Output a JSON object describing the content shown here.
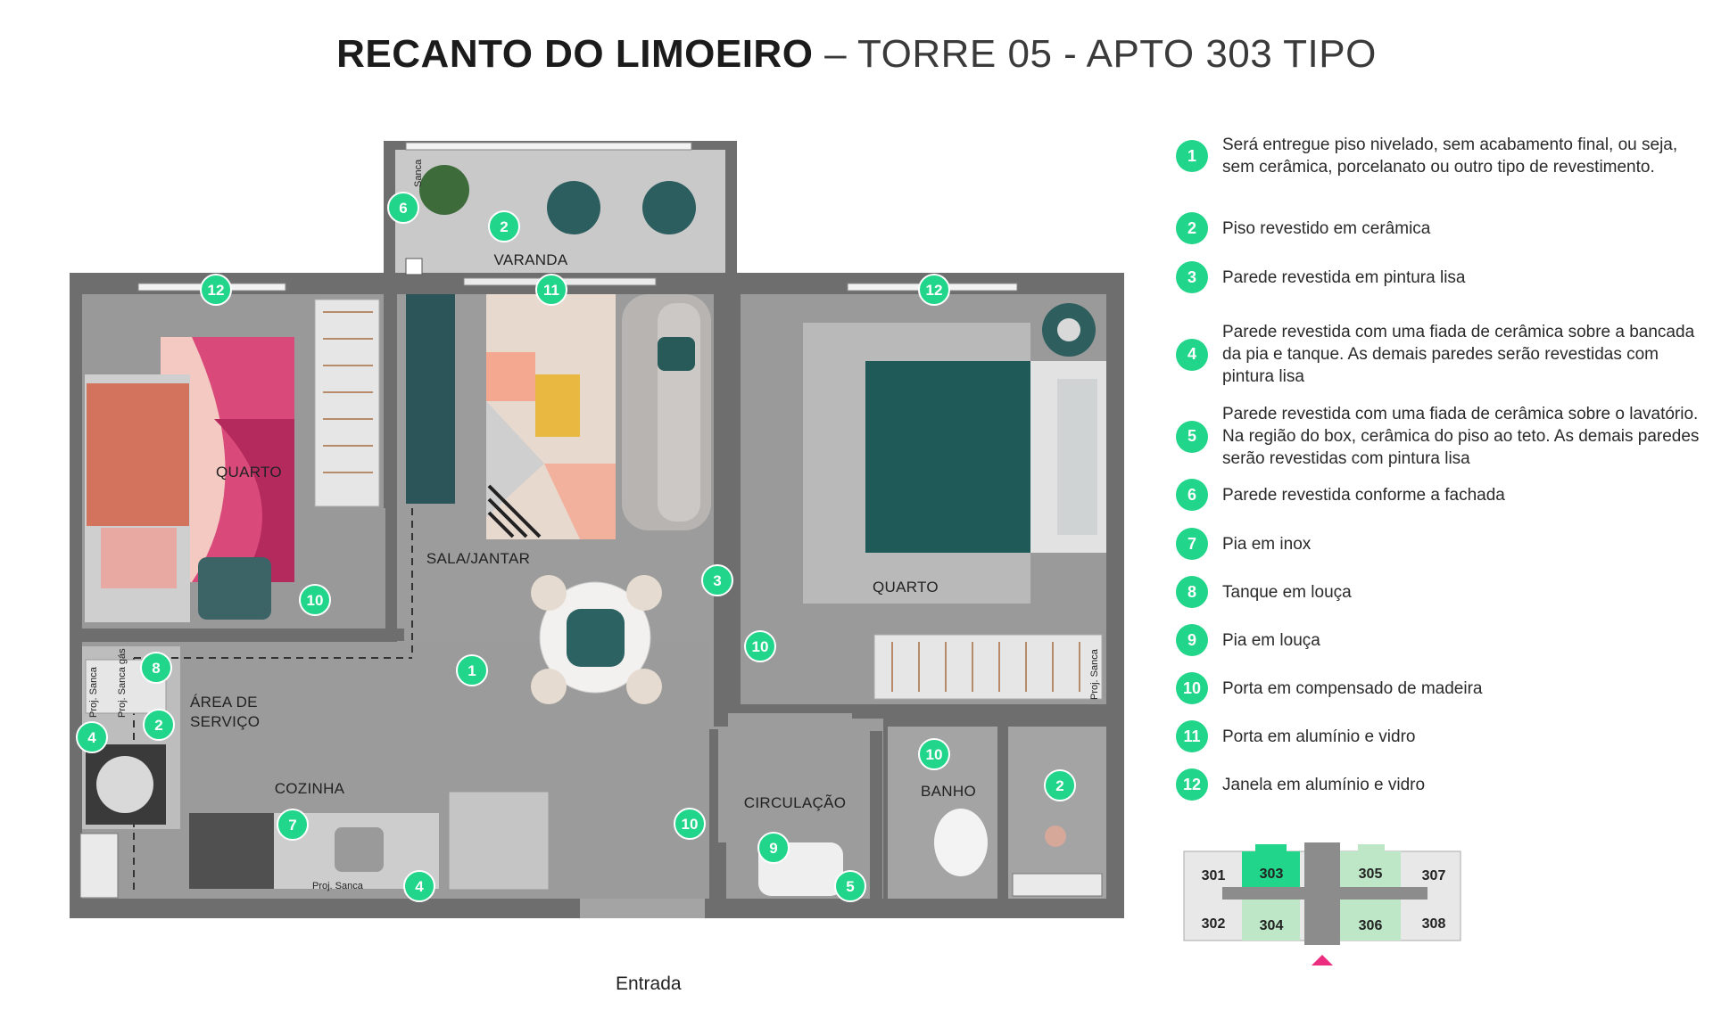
{
  "title": {
    "bold": "RECANTO DO LIMOEIRO",
    "rest": "– TORRE 05 - APTO 303 TIPO"
  },
  "rooms": {
    "varanda": "VARANDA",
    "quarto_1": "QUARTO",
    "sala": "SALA/JANTAR",
    "quarto_2": "QUARTO",
    "area_servico_1": "ÁREA DE",
    "area_servico_2": "SERVIÇO",
    "cozinha": "COZINHA",
    "circulacao": "CIRCULAÇÃO",
    "banho": "BANHO"
  },
  "plan_notes": {
    "sanca_varanda": "Sanca",
    "sanca_quarto": "Proj. Sanca",
    "sanca_area_1": "Proj. Sanca",
    "sanca_area_2": "Proj. Sanca gás",
    "sanca_cozinha": "Proj. Sanca"
  },
  "badges": [
    "6",
    "2",
    "12",
    "11",
    "12",
    "10",
    "3",
    "10",
    "1",
    "8",
    "2",
    "4",
    "7",
    "4",
    "10",
    "10",
    "9",
    "5",
    "2"
  ],
  "entrance_label": "Entrada",
  "legend": [
    {
      "num": "1",
      "text": "Será entregue piso nivelado, sem acabamento final, ou seja, sem cerâmica, porcelanato ou outro tipo de revestimento."
    },
    {
      "num": "2",
      "text": "Piso revestido em cerâmica"
    },
    {
      "num": "3",
      "text": "Parede revestida em pintura lisa"
    },
    {
      "num": "4",
      "text": "Parede revestida com uma fiada de cerâmica sobre a bancada da pia e tanque. As demais paredes serão revestidas com pintura lisa"
    },
    {
      "num": "5",
      "text": "Parede revestida com uma fiada de cerâmica sobre o lavatório. Na região do box, cerâmica do piso ao teto. As demais paredes serão revestidas com pintura lisa"
    },
    {
      "num": "6",
      "text": "Parede revestida conforme a fachada"
    },
    {
      "num": "7",
      "text": "Pia em inox"
    },
    {
      "num": "8",
      "text": "Tanque em louça"
    },
    {
      "num": "9",
      "text": "Pia em louça"
    },
    {
      "num": "10",
      "text": "Porta em compensado de madeira"
    },
    {
      "num": "11",
      "text": "Porta em alumínio e vidro"
    },
    {
      "num": "12",
      "text": "Janela em alumínio e vidro"
    }
  ],
  "minimap": {
    "units": [
      "301",
      "303",
      "305",
      "307",
      "302",
      "304",
      "306",
      "308"
    ],
    "highlight": "303"
  },
  "colors": {
    "badge": "#21d58a",
    "wall": "#6f6f6f",
    "floor": "#9a9a9a",
    "accent_pink": "#ec2d7f",
    "teal": "#1f5a59"
  }
}
